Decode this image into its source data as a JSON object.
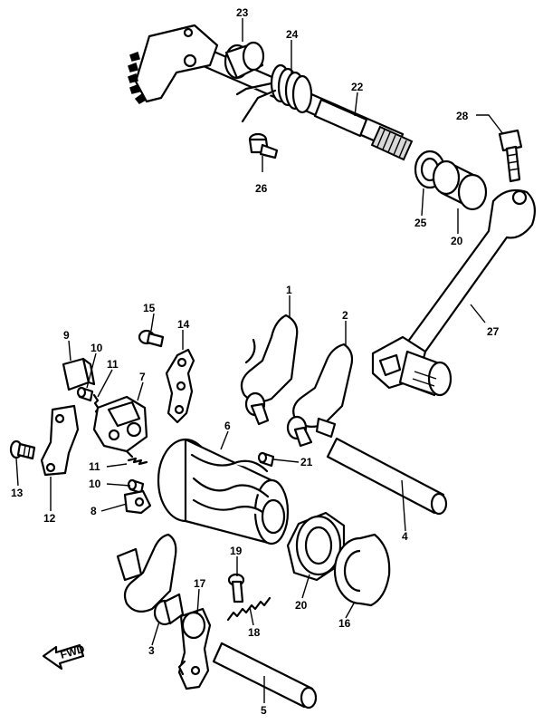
{
  "callouts": [
    {
      "id": "c1",
      "label": "1"
    },
    {
      "id": "c2",
      "label": "2"
    },
    {
      "id": "c3",
      "label": "3"
    },
    {
      "id": "c4",
      "label": "4"
    },
    {
      "id": "c5",
      "label": "5"
    },
    {
      "id": "c6",
      "label": "6"
    },
    {
      "id": "c7",
      "label": "7"
    },
    {
      "id": "c8",
      "label": "8"
    },
    {
      "id": "c9",
      "label": "9"
    },
    {
      "id": "c10a",
      "label": "10"
    },
    {
      "id": "c10b",
      "label": "10"
    },
    {
      "id": "c11a",
      "label": "11"
    },
    {
      "id": "c11b",
      "label": "11"
    },
    {
      "id": "c12",
      "label": "12"
    },
    {
      "id": "c13",
      "label": "13"
    },
    {
      "id": "c14",
      "label": "14"
    },
    {
      "id": "c15",
      "label": "15"
    },
    {
      "id": "c16",
      "label": "16"
    },
    {
      "id": "c17",
      "label": "17"
    },
    {
      "id": "c18",
      "label": "18"
    },
    {
      "id": "c19",
      "label": "19"
    },
    {
      "id": "c20a",
      "label": "20"
    },
    {
      "id": "c20b",
      "label": "20"
    },
    {
      "id": "c21",
      "label": "21"
    },
    {
      "id": "c22",
      "label": "22"
    },
    {
      "id": "c23",
      "label": "23"
    },
    {
      "id": "c24",
      "label": "24"
    },
    {
      "id": "c25",
      "label": "25"
    },
    {
      "id": "c26",
      "label": "26"
    },
    {
      "id": "c27",
      "label": "27"
    },
    {
      "id": "c28",
      "label": "28"
    }
  ],
  "front_marker": {
    "label": "FWD"
  }
}
